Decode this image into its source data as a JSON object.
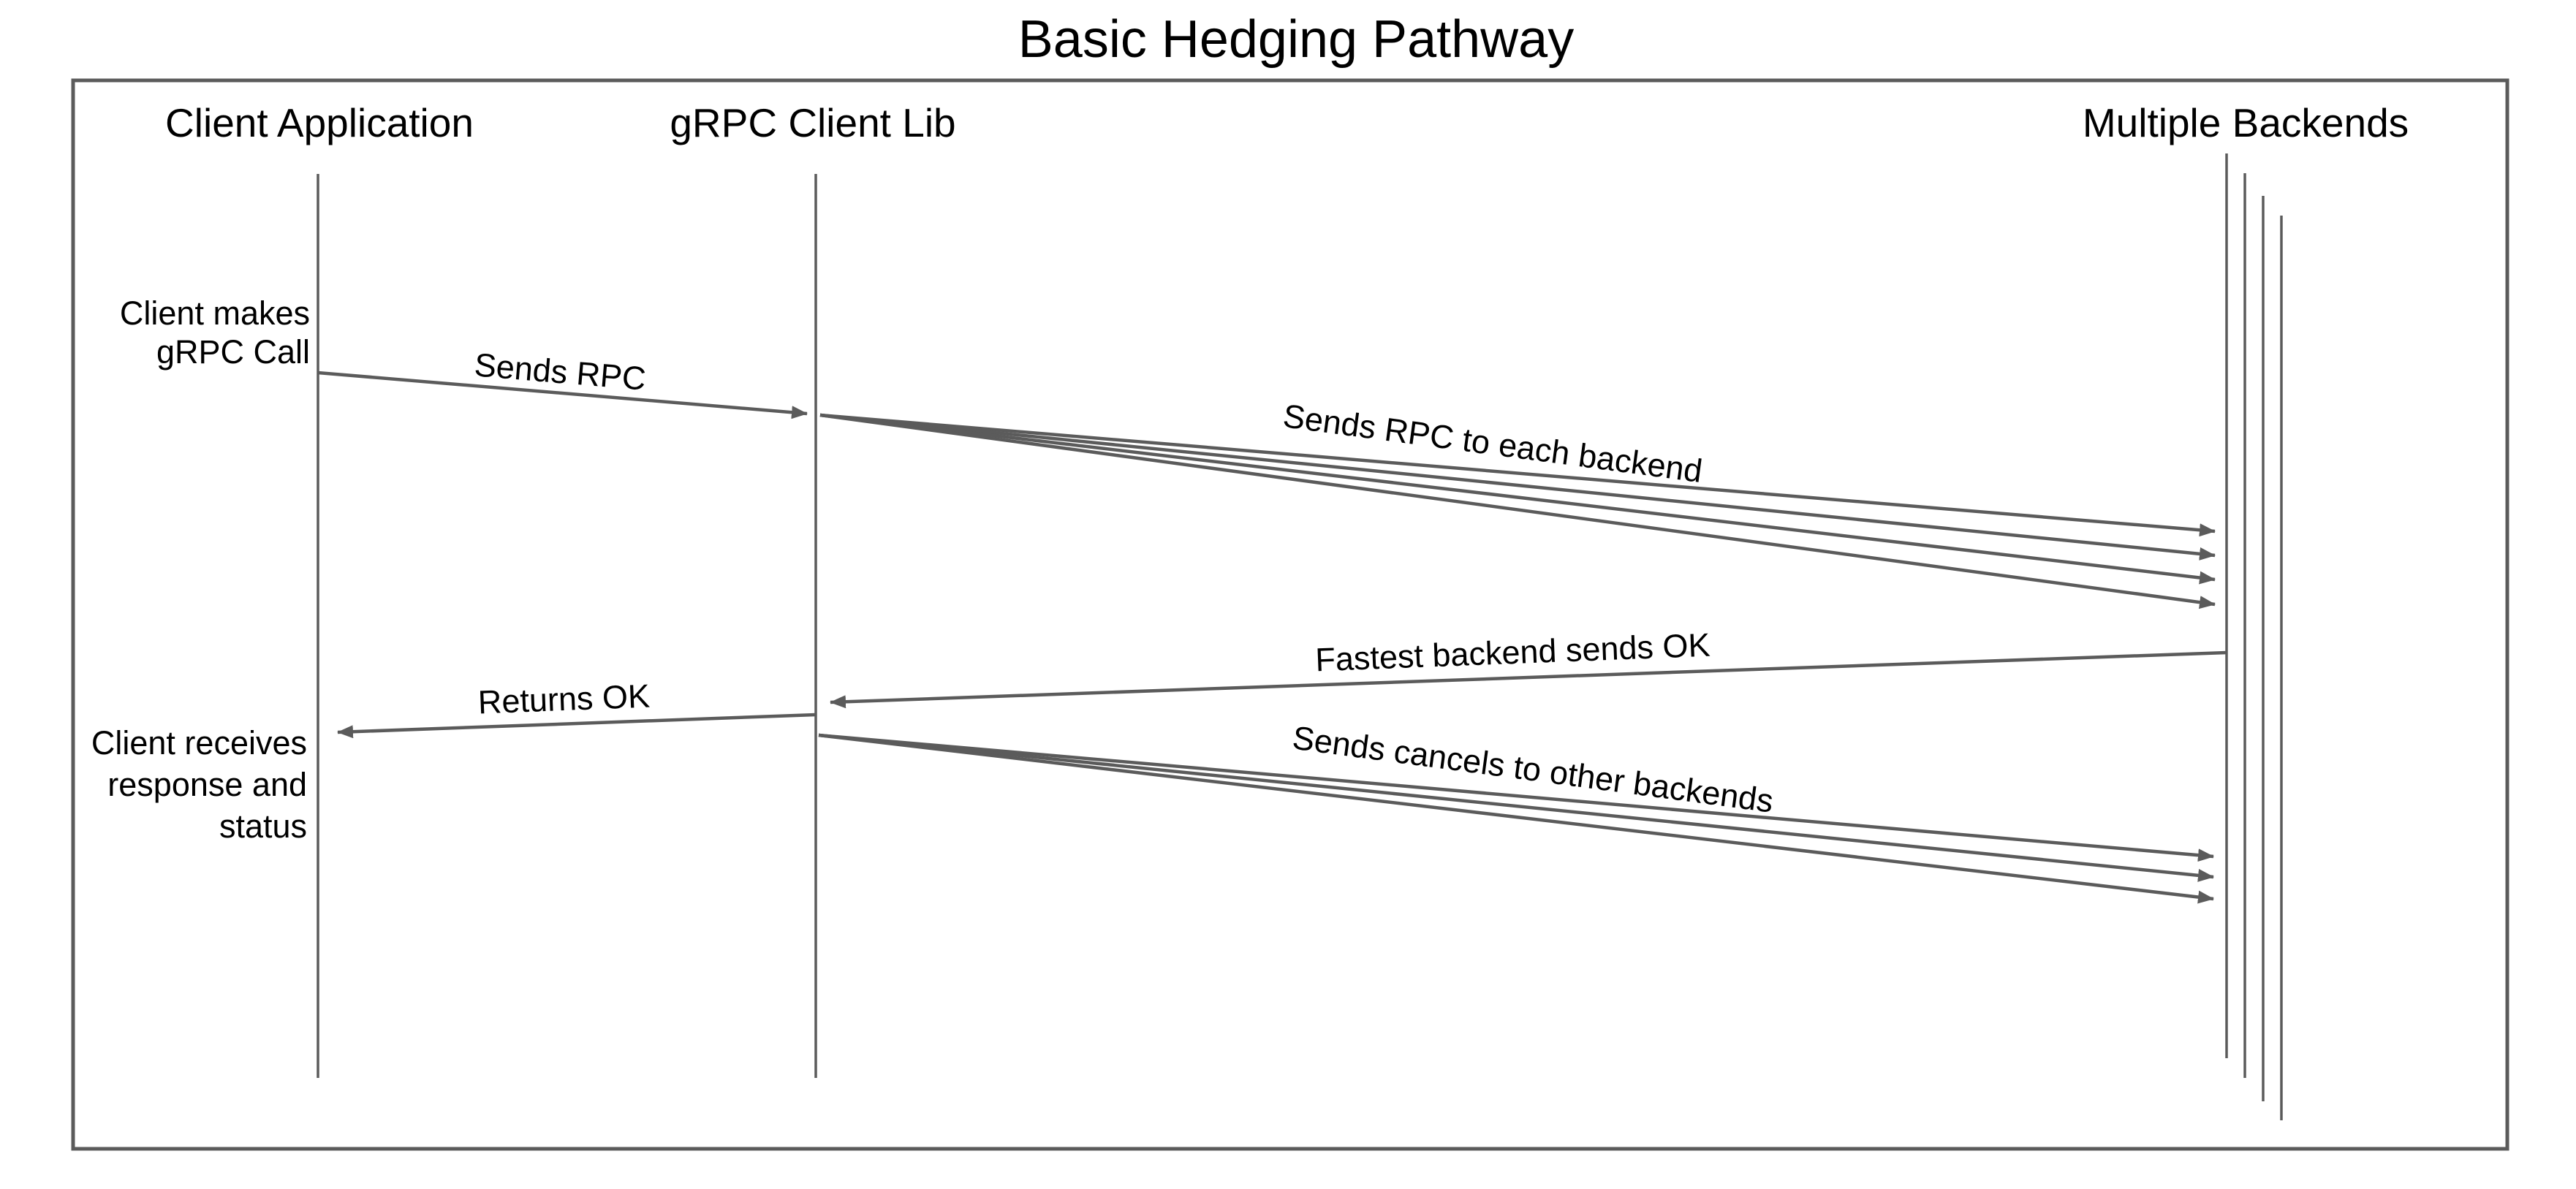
{
  "title": "Basic Hedging Pathway",
  "colors": {
    "line": "#5B5B5B",
    "text": "#000000",
    "background": "#FFFFFF"
  },
  "actors": [
    {
      "label": "Client Application"
    },
    {
      "label": "gRPC Client Lib"
    },
    {
      "label": "Multiple Backends"
    }
  ],
  "backend_lifeline_count": 4,
  "annotations": [
    {
      "lines": [
        "Client makes",
        "gRPC Call"
      ]
    },
    {
      "lines": [
        "Client receives",
        "response and",
        "status"
      ]
    }
  ],
  "messages": [
    {
      "label": "Sends RPC",
      "arrows": 1
    },
    {
      "label": "Sends RPC to each backend",
      "arrows": 4
    },
    {
      "label": "Fastest backend sends OK",
      "arrows": 1
    },
    {
      "label": "Returns OK",
      "arrows": 1
    },
    {
      "label": "Sends cancels to other backends",
      "arrows": 3
    }
  ]
}
